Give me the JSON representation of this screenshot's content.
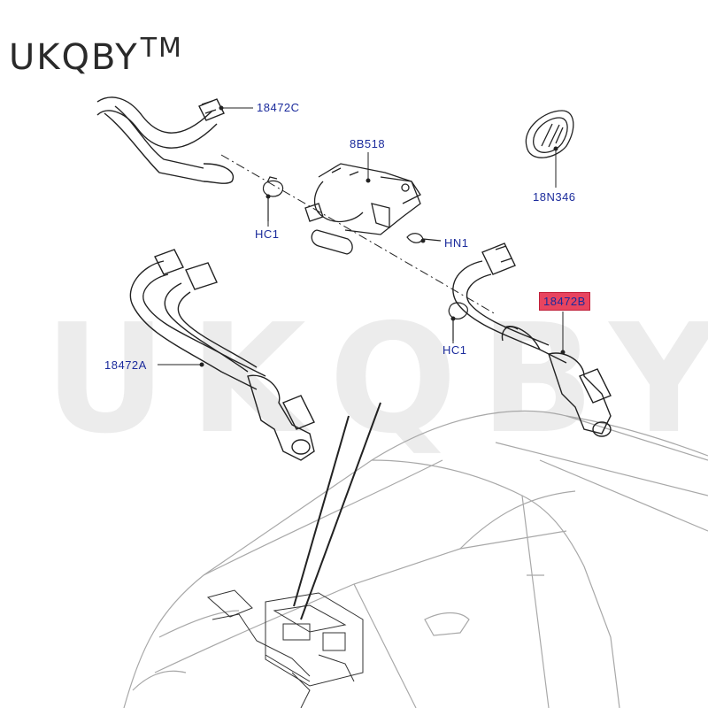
{
  "brand": {
    "name": "UKQBY",
    "tm": "TM"
  },
  "watermark": "UKQBY",
  "callouts": {
    "c18472C": "18472C",
    "c8B518": "8B518",
    "c18N346": "18N346",
    "hc1_top": "HC1",
    "hn1": "HN1",
    "c18472B": "18472B",
    "c18472A": "18472A",
    "hc1_bottom": "HC1"
  },
  "colors": {
    "label": "#1b2b9c",
    "highlight": "#e8445f",
    "line": "#222222",
    "car": "#9a9a9a"
  }
}
